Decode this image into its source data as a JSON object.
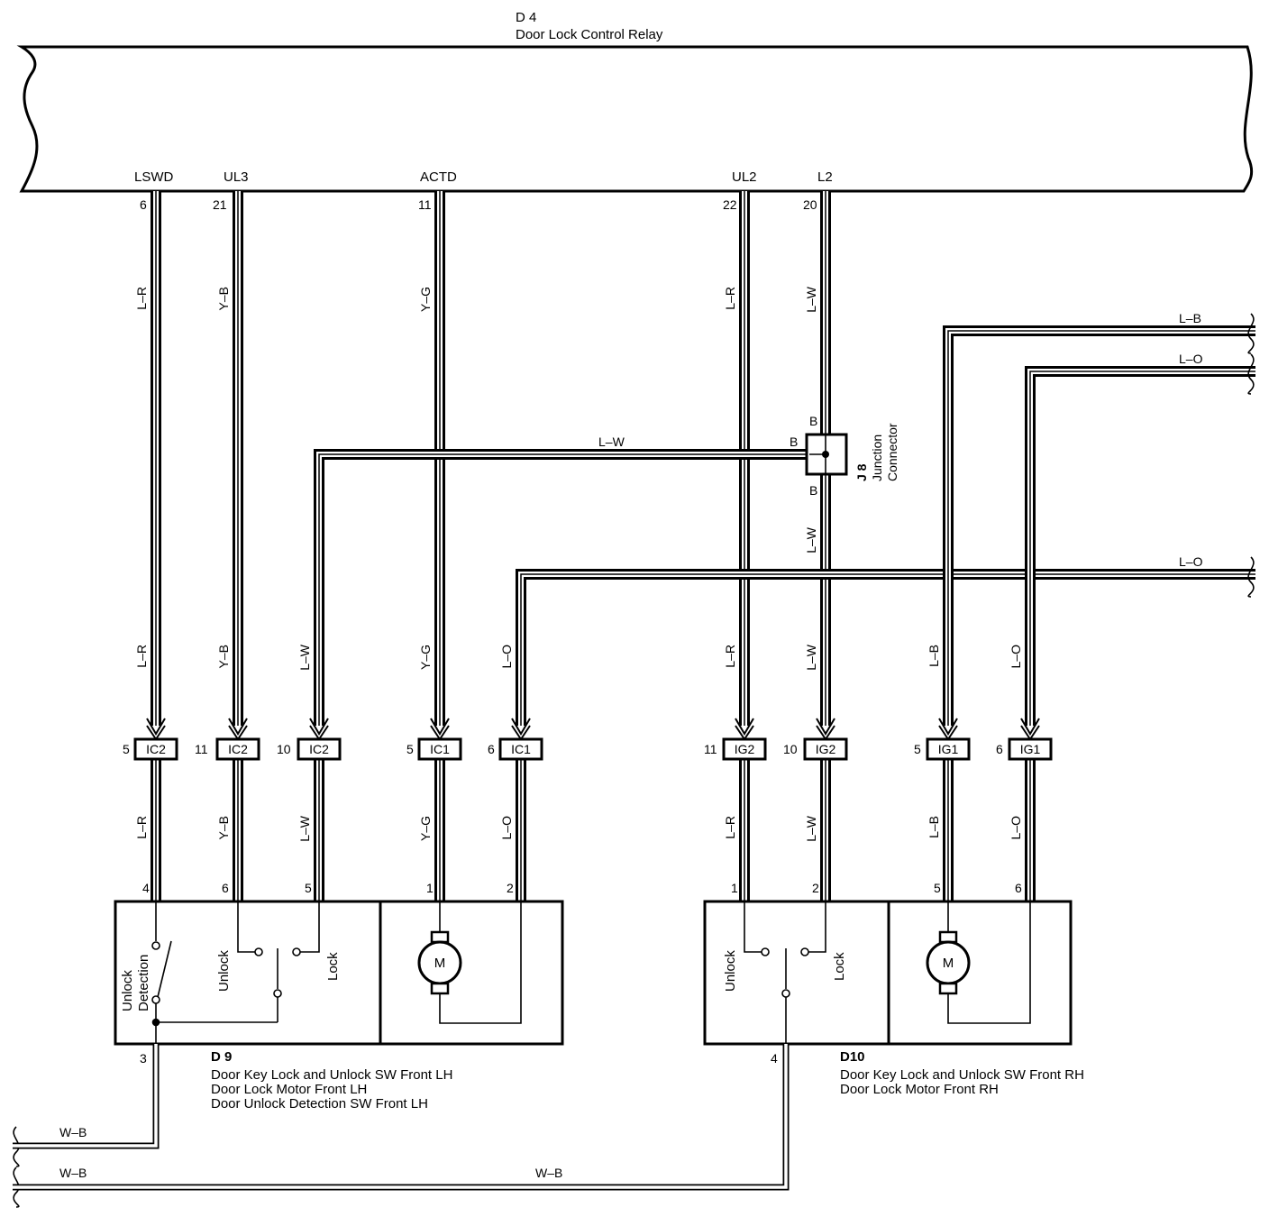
{
  "relay": {
    "code": "D 4",
    "name": "Door Lock Control Relay",
    "terminals": [
      {
        "signal": "LSWD",
        "pin": "6",
        "wire": "L–R"
      },
      {
        "signal": "UL3",
        "pin": "21",
        "wire": "Y–B"
      },
      {
        "signal": "ACTD",
        "pin": "11",
        "wire": "Y–G"
      },
      {
        "signal": "UL2",
        "pin": "22",
        "wire": "L–R"
      },
      {
        "signal": "L2",
        "pin": "20",
        "wire": "L–W"
      }
    ]
  },
  "junction": {
    "code": "J 8",
    "name_line1": "Junction",
    "name_line2": "Connector",
    "pin_top": "B",
    "pin_left": "B",
    "pin_bottom": "B",
    "wire_branch": "L–W",
    "wire_below": "L–W"
  },
  "offpage_wires": [
    {
      "color": "L–B"
    },
    {
      "color": "L–O"
    },
    {
      "color": "L–O"
    }
  ],
  "connectors": [
    {
      "pin": "5",
      "name": "IC2",
      "wire_in": "L–R",
      "wire_out": "L–R"
    },
    {
      "pin": "11",
      "name": "IC2",
      "wire_in": "Y–B",
      "wire_out": "Y–B"
    },
    {
      "pin": "10",
      "name": "IC2",
      "wire_in": "L–W",
      "wire_out": "L–W"
    },
    {
      "pin": "5",
      "name": "IC1",
      "wire_in": "Y–G",
      "wire_out": "Y–G"
    },
    {
      "pin": "6",
      "name": "IC1",
      "wire_in": "L–O",
      "wire_out": "L–O"
    },
    {
      "pin": "11",
      "name": "IG2",
      "wire_in": "L–R",
      "wire_out": "L–R"
    },
    {
      "pin": "10",
      "name": "IG2",
      "wire_in": "L–W",
      "wire_out": "L–W"
    },
    {
      "pin": "5",
      "name": "IG1",
      "wire_in": "L–B",
      "wire_out": "L–B"
    },
    {
      "pin": "6",
      "name": "IG1",
      "wire_in": "L–O",
      "wire_out": "L–O"
    }
  ],
  "d9": {
    "code": "D 9",
    "line1": "Door Key Lock and Unlock SW Front LH",
    "line2": "Door Lock Motor Front LH",
    "line3": "Door Unlock Detection SW Front LH",
    "pins": [
      "4",
      "6",
      "5",
      "1",
      "2"
    ],
    "ground_pin": "3",
    "detect_label_1": "Unlock",
    "detect_label_2": "Detection",
    "unlock_label": "Unlock",
    "lock_label": "Lock",
    "motor_label": "M"
  },
  "d10": {
    "code": "D10",
    "line1": "Door Key Lock and Unlock SW Front RH",
    "line2": "Door Lock Motor Front RH",
    "pins": [
      "1",
      "2",
      "5",
      "6"
    ],
    "ground_pin": "4",
    "unlock_label": "Unlock",
    "lock_label": "Lock",
    "motor_label": "M"
  },
  "ground_wires": {
    "upper": "W–B",
    "lower_left": "W–B",
    "lower_mid": "W–B"
  }
}
